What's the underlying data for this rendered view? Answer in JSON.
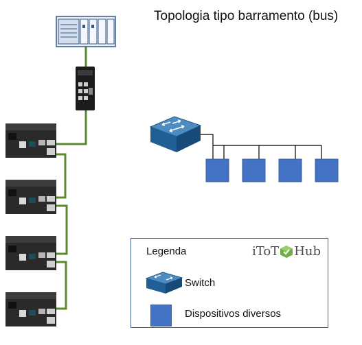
{
  "title": "Topologia tipo barramento (bus)",
  "legend": {
    "heading": "Legenda",
    "brand_left": "iToT",
    "brand_right": "Hub",
    "switch_label": "Switch",
    "device_label": "Dispositivos diversos"
  },
  "colors": {
    "device_blue": "#4472c4",
    "switch_blue": "#2e6fa3",
    "cable_green": "#5a8a2e",
    "bus_line": "#000000",
    "legend_border": "#41648f",
    "brand_green": "#70ad47"
  },
  "icons": {
    "plc": "plc-rack-icon",
    "industrial_switch": "industrial-switch-icon",
    "motor_controller": "motor-controller-icon",
    "network_switch": "network-switch-icon",
    "device": "device-square-icon"
  }
}
